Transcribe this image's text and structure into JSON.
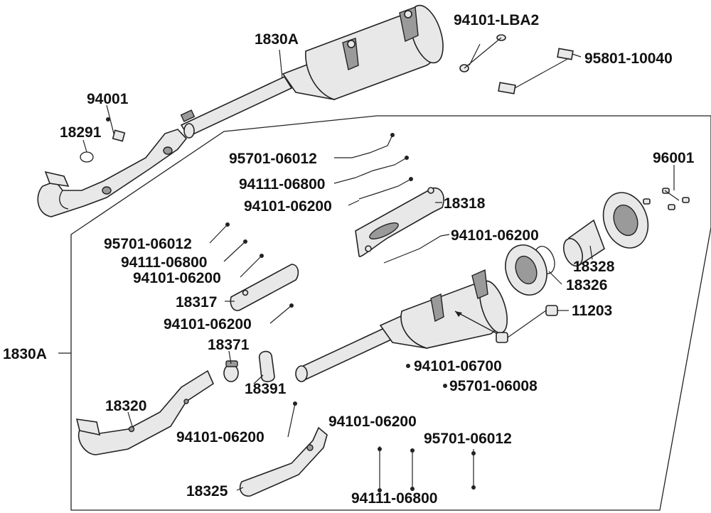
{
  "labels": {
    "assembly_top": "1830A",
    "bracket_bolt_washer": "94101-LBA2",
    "bolt_top": "95801-10040",
    "nut_top": "94001",
    "gasket_top": "18291",
    "screw_a": "95701-06012",
    "washer_a": "94111-06800",
    "washer_b": "94101-06200",
    "heat_shield_rear": "18318",
    "grommet_96001": "96001",
    "washer_c": "94101-06200",
    "screw_b": "95701-06012",
    "washer_d": "94111-06800",
    "washer_e": "94101-06200",
    "heat_shield_front": "18317",
    "washer_f": "94101-06200",
    "band": "18371",
    "assembly_side": "1830A",
    "collar_tube": "18391",
    "end_cap": "18328",
    "packing": "18326",
    "collar_11203": "11203",
    "washer_g": "94101-06700",
    "screw_c": "95701-06008",
    "front_pipe": "18320",
    "washer_h": "94101-06200",
    "washer_i": "94101-06200",
    "screw_d": "95701-06012",
    "mid_pipe": "18325",
    "washer_j": "94111-06800"
  }
}
